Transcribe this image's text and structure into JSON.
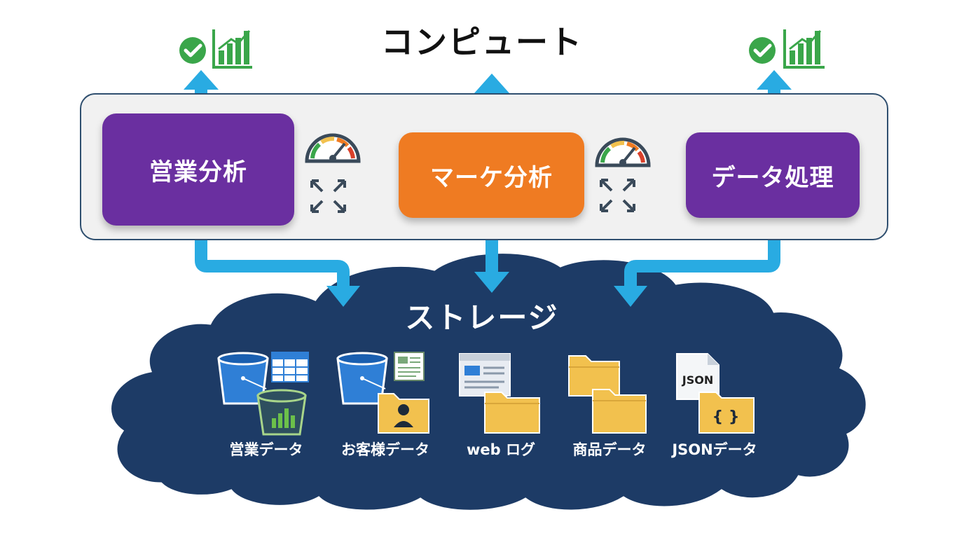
{
  "compute": {
    "title": "コンピュート",
    "tasks": [
      {
        "label": "営業分析",
        "color": "#6a2fa0"
      },
      {
        "label": "マーケ分析",
        "color": "#ef7b22"
      },
      {
        "label": "データ処理",
        "color": "#6a2fa0"
      }
    ]
  },
  "storage": {
    "title": "ストレージ",
    "items": [
      {
        "label": "営業データ",
        "icons": [
          "bucket-icon",
          "table-icon",
          "bar-chart-bucket-icon"
        ]
      },
      {
        "label": "お客様データ",
        "icons": [
          "bucket-icon",
          "document-icon",
          "user-folder-icon"
        ]
      },
      {
        "label": "web ログ",
        "icons": [
          "browser-window-icon",
          "folder-icon"
        ]
      },
      {
        "label": "商品データ",
        "icons": [
          "folder-icon",
          "folder-icon"
        ]
      },
      {
        "label": "JSONデータ",
        "icons": [
          "json-file-icon",
          "code-folder-icon"
        ]
      }
    ],
    "json_badge": "JSON",
    "braces": "{ }"
  },
  "colors": {
    "purple": "#6a2fa0",
    "orange": "#ef7b22",
    "arrow": "#29abe2",
    "cloud": "#1d3b66",
    "check": "#3aa64a"
  }
}
